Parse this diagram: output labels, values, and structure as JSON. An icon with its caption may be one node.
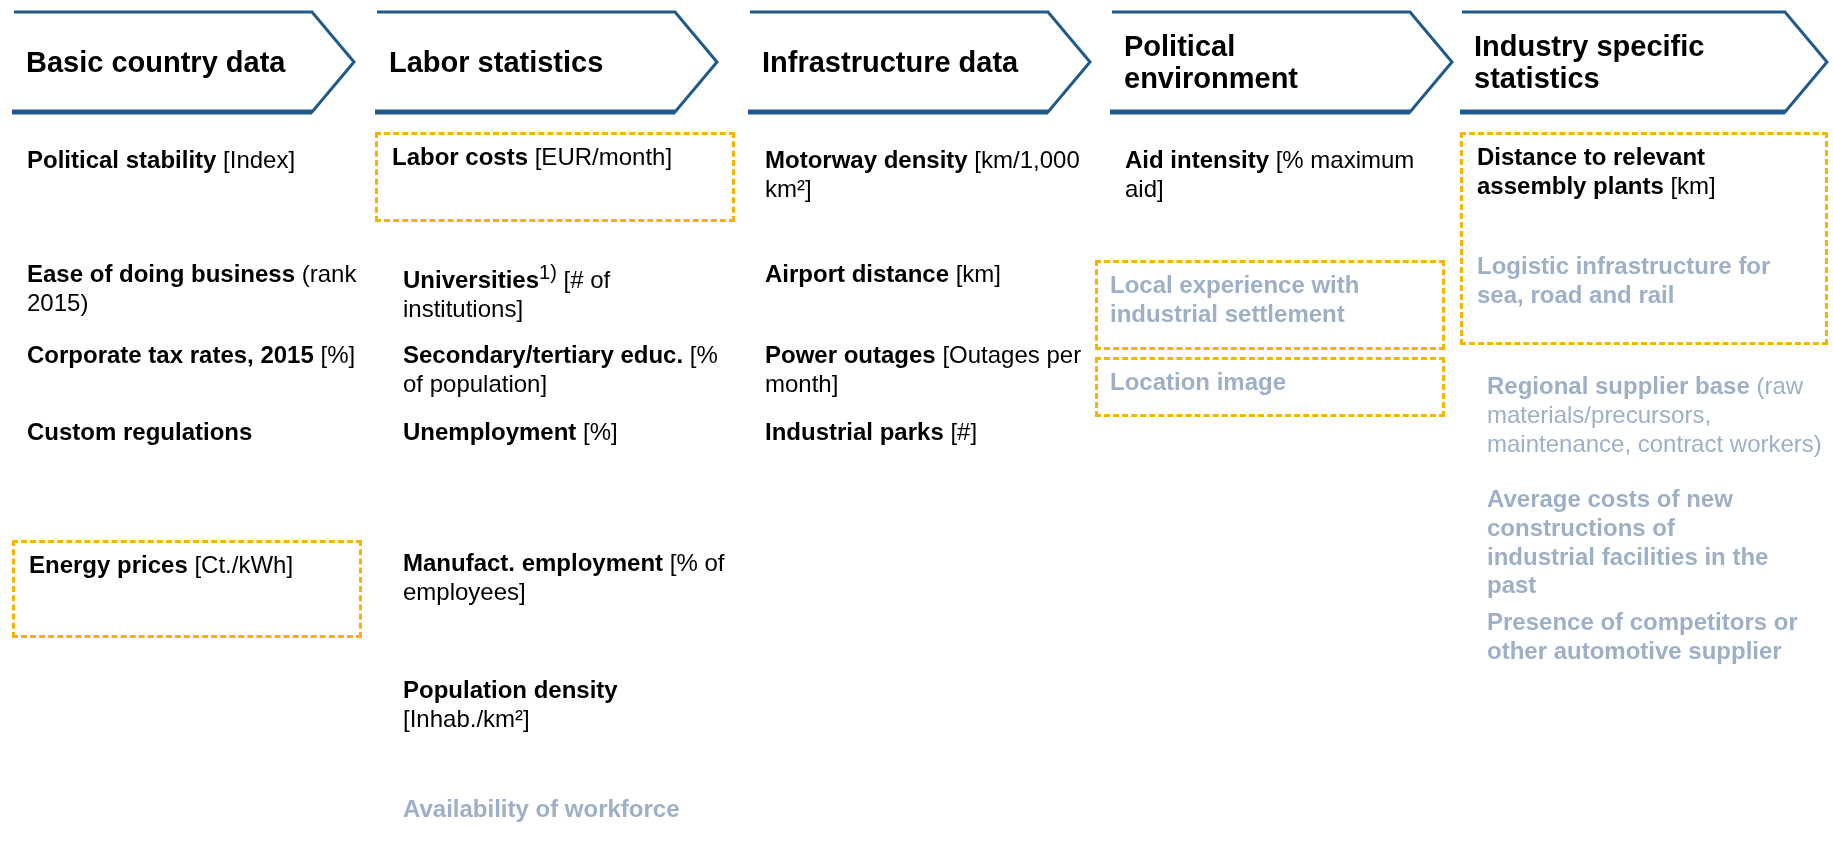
{
  "diagram": {
    "nodes": [
      {
        "text": [
          "Basic country data"
        ]
      },
      {
        "text": [
          "Labor statistics"
        ]
      },
      {
        "text": [
          "Infrastructure data"
        ]
      },
      {
        "text": [
          "Political environment"
        ]
      },
      {
        "text": [
          "Industry specific statistics"
        ]
      },
      {
        "text": [
          "**Energy prices** [Ct./kWh]"
        ]
      },
      {
        "text": [
          "**Labor costs** [EUR/month]"
        ]
      },
      {
        "text": [
          "Local experience with industrial settlement"
        ]
      },
      {
        "text": [
          "Location image"
        ]
      },
      {
        "text": [
          "**Distance to relevant assembly plants** [km]",
          "Logistic infrastructure for sea, road and rail"
        ]
      }
    ],
    "labels": [
      "**Political stability** [Index]",
      "**Ease of doing business** (rank 2015)",
      "**Corporate tax rates, 2015** [%]",
      "Custom regulations",
      "**Universities**$^{1)}$ [# of institutions]",
      "**Secondary/tertiary educ.** [% of population]",
      "**Unemployment** [%]",
      "**Manufact. employment** [% of employees]",
      "**Population density** [Inhab./km²]",
      "Availability of workforce",
      "**Motorway density** [km/1,000 km²]",
      "**Airport distance** [km]",
      "**Power outages** [Outages per month]",
      "**Industrial parks** [#]",
      "**Aid intensity** [% maximum aid]",
      "**Regional supplier base** (raw materials/precursors, maintenance, contract workers)",
      "Average costs of new constructions of industrial facilities in the past",
      "Presence of competitors or other automotive supplier"
    ]
  }
}
